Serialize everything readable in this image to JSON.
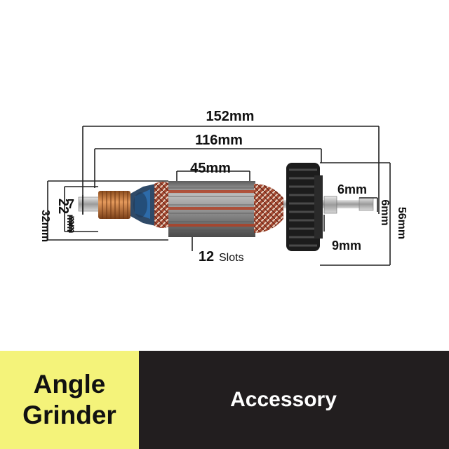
{
  "dimensions": {
    "total_length": "152mm",
    "core_to_fan_length": "116mm",
    "stack_length": "45mm",
    "commutator_diameter": "22",
    "commutator_unit": "mm",
    "shaft_left_diameter": "7",
    "shaft_left_unit": "mm",
    "core_diameter": "32mm",
    "fan_diameter": "56mm",
    "shaft_right_length": "6mm",
    "shaft_right_diameter": "6mm",
    "bearing_seat": "9mm",
    "slots_count": "12",
    "slots_label": "Slots"
  },
  "banner": {
    "line1": "Angle",
    "line2": "Grinder",
    "tag": "Accessory"
  },
  "colors": {
    "banner_left": "#f4f37a",
    "banner_right": "#221e1f",
    "copper": "#c8743a",
    "lamination": "#9a9a9a",
    "fan": "#1c1c1c",
    "dimension_line": "#222222"
  }
}
